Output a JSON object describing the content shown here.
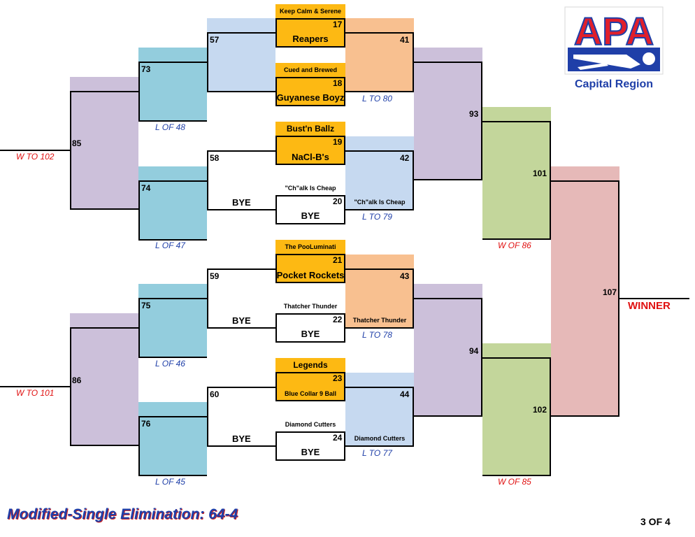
{
  "logo": {
    "title": "APA",
    "subtitle": "Capital Region"
  },
  "footer": {
    "title": "Modified-Single Elimination: 64-4",
    "page": "3 OF 4"
  },
  "winner_label": "WINNER",
  "bye": "BYE",
  "colors": {
    "gold": "#fdb913",
    "peach": "#f8c090",
    "lightblue": "#c6d9f0",
    "teal": "#93cddd",
    "lavender": "#ccc0da",
    "green": "#c3d69b",
    "pink": "#e6b9b8",
    "red": "#e01010",
    "blue": "#1f3fa8"
  },
  "matches": [
    {
      "num": "17",
      "top": "Keep Calm & Serene",
      "bottom": "Reapers"
    },
    {
      "num": "18",
      "top": "Cued and Brewed",
      "bottom": "Guyanese Boyz"
    },
    {
      "num": "19",
      "top": "Bust'n Ballz",
      "bottom": "NaCl-B's"
    },
    {
      "num": "20",
      "top": "\"Ch\"alk Is Cheap",
      "bottom": "BYE"
    },
    {
      "num": "21",
      "top": "The PooLuminati",
      "bottom": "Pocket Rockets"
    },
    {
      "num": "22",
      "top": "Thatcher Thunder",
      "bottom": "BYE"
    },
    {
      "num": "23",
      "top": "Legends",
      "bottom": "Blue Collar 9 Ball"
    },
    {
      "num": "24",
      "top": "Diamond Cutters",
      "bottom": "BYE"
    }
  ],
  "winners_round1": [
    {
      "num": "41",
      "note": "L TO 80",
      "advanced": ""
    },
    {
      "num": "42",
      "note": "L TO 79",
      "advanced": "\"Ch\"alk Is Cheap"
    },
    {
      "num": "43",
      "note": "L TO 78",
      "advanced": "Thatcher Thunder"
    },
    {
      "num": "44",
      "note": "L TO 77",
      "advanced": "Diamond Cutters"
    }
  ],
  "losers_side": {
    "r1": [
      {
        "num": "57",
        "bye": ""
      },
      {
        "num": "58",
        "bye": "BYE"
      },
      {
        "num": "59",
        "bye": "BYE"
      },
      {
        "num": "60",
        "bye": "BYE"
      }
    ],
    "r2": [
      {
        "num": "73",
        "note": "L OF 48"
      },
      {
        "num": "74",
        "note": "L OF 47"
      },
      {
        "num": "75",
        "note": "L OF 46"
      },
      {
        "num": "76",
        "note": "L OF 45"
      }
    ],
    "r3": [
      {
        "num": "85",
        "note": "W TO 102"
      },
      {
        "num": "86",
        "note": "W TO 101"
      }
    ]
  },
  "semis": [
    {
      "num": "93"
    },
    {
      "num": "94"
    }
  ],
  "quarter_green": [
    {
      "num": "101",
      "note": "W OF 86"
    },
    {
      "num": "102",
      "note": "W OF 85"
    }
  ],
  "final": {
    "num": "107"
  }
}
